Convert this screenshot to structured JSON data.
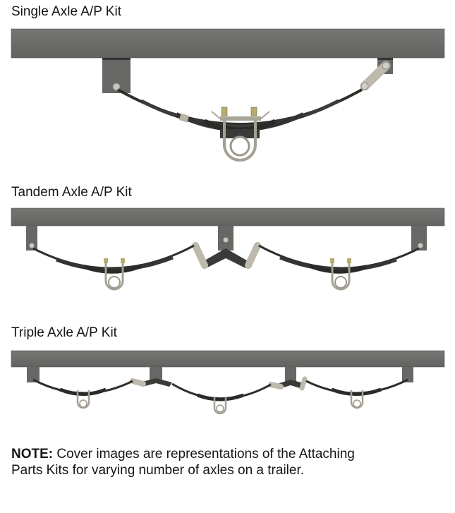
{
  "sections": [
    {
      "title": "Single Axle A/P Kit",
      "axles": 1
    },
    {
      "title": "Tandem Axle A/P Kit",
      "axles": 2
    },
    {
      "title": "Triple Axle A/P Kit",
      "axles": 3
    }
  ],
  "note": {
    "label": "NOTE:",
    "text": " Cover images are representations of the Attaching Parts Kits for varying number of axles on a trailer."
  },
  "colors": {
    "frame_rail": "#6c6c6a",
    "hanger": "#676765",
    "spring": "#2f302e",
    "shackle": "#b9b5a8",
    "ubolt": "#aaa79a"
  }
}
